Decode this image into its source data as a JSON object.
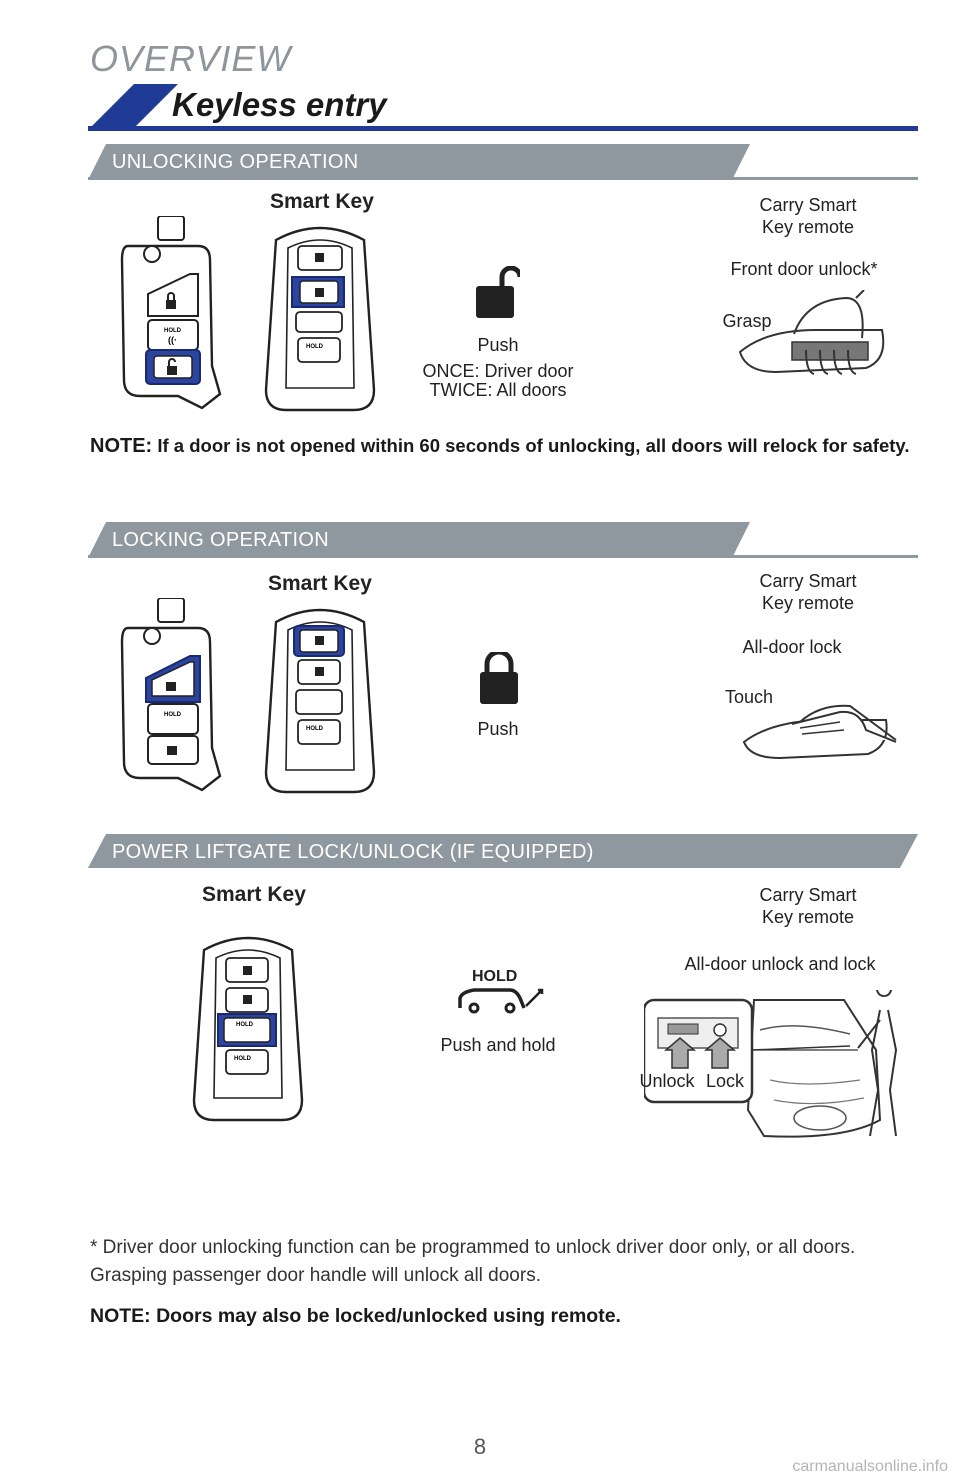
{
  "header": {
    "overview": "OVERVIEW",
    "title": "Keyless entry"
  },
  "colors": {
    "accent": "#1f3b95",
    "band": "#8f989e"
  },
  "sections": {
    "unlocking": {
      "band_label": "UNLOCKING OPERATION",
      "smart_key_label": "Smart Key",
      "push_label": "Push",
      "push_detail_1": "ONCE: Driver door",
      "push_detail_2": "TWICE: All doors",
      "carry_1": "Carry Smart",
      "carry_2": "Key remote",
      "action_label": "Front door unlock*",
      "gesture_label": "Grasp",
      "note_prefix": "NOTE:",
      "note_text": " If a door is not opened within 60 seconds of unlocking, all doors will relock for safety."
    },
    "locking": {
      "band_label": "LOCKING OPERATION",
      "smart_key_label": "Smart Key",
      "push_label": "Push",
      "carry_1": "Carry Smart",
      "carry_2": "Key remote",
      "action_label": "All-door lock",
      "gesture_label": "Touch"
    },
    "liftgate": {
      "band_label": "POWER LIFTGATE LOCK/UNLOCK (IF EQUIPPED)",
      "smart_key_label": "Smart Key",
      "hold_text": "HOLD",
      "push_label": "Push and hold",
      "carry_1": "Carry Smart",
      "carry_2": "Key remote",
      "action_label": "All-door unlock and lock",
      "unlock_label": "Unlock",
      "lock_label": "Lock"
    }
  },
  "key_button_text": "HOLD",
  "footnote": "* Driver door unlocking function can be programmed to unlock driver door only, or all doors. Grasping passenger door handle will unlock all doors.",
  "bottom_note": "NOTE: Doors may also be locked/unlocked using remote.",
  "page_number": "8",
  "watermark": "carmanualsonline.info"
}
